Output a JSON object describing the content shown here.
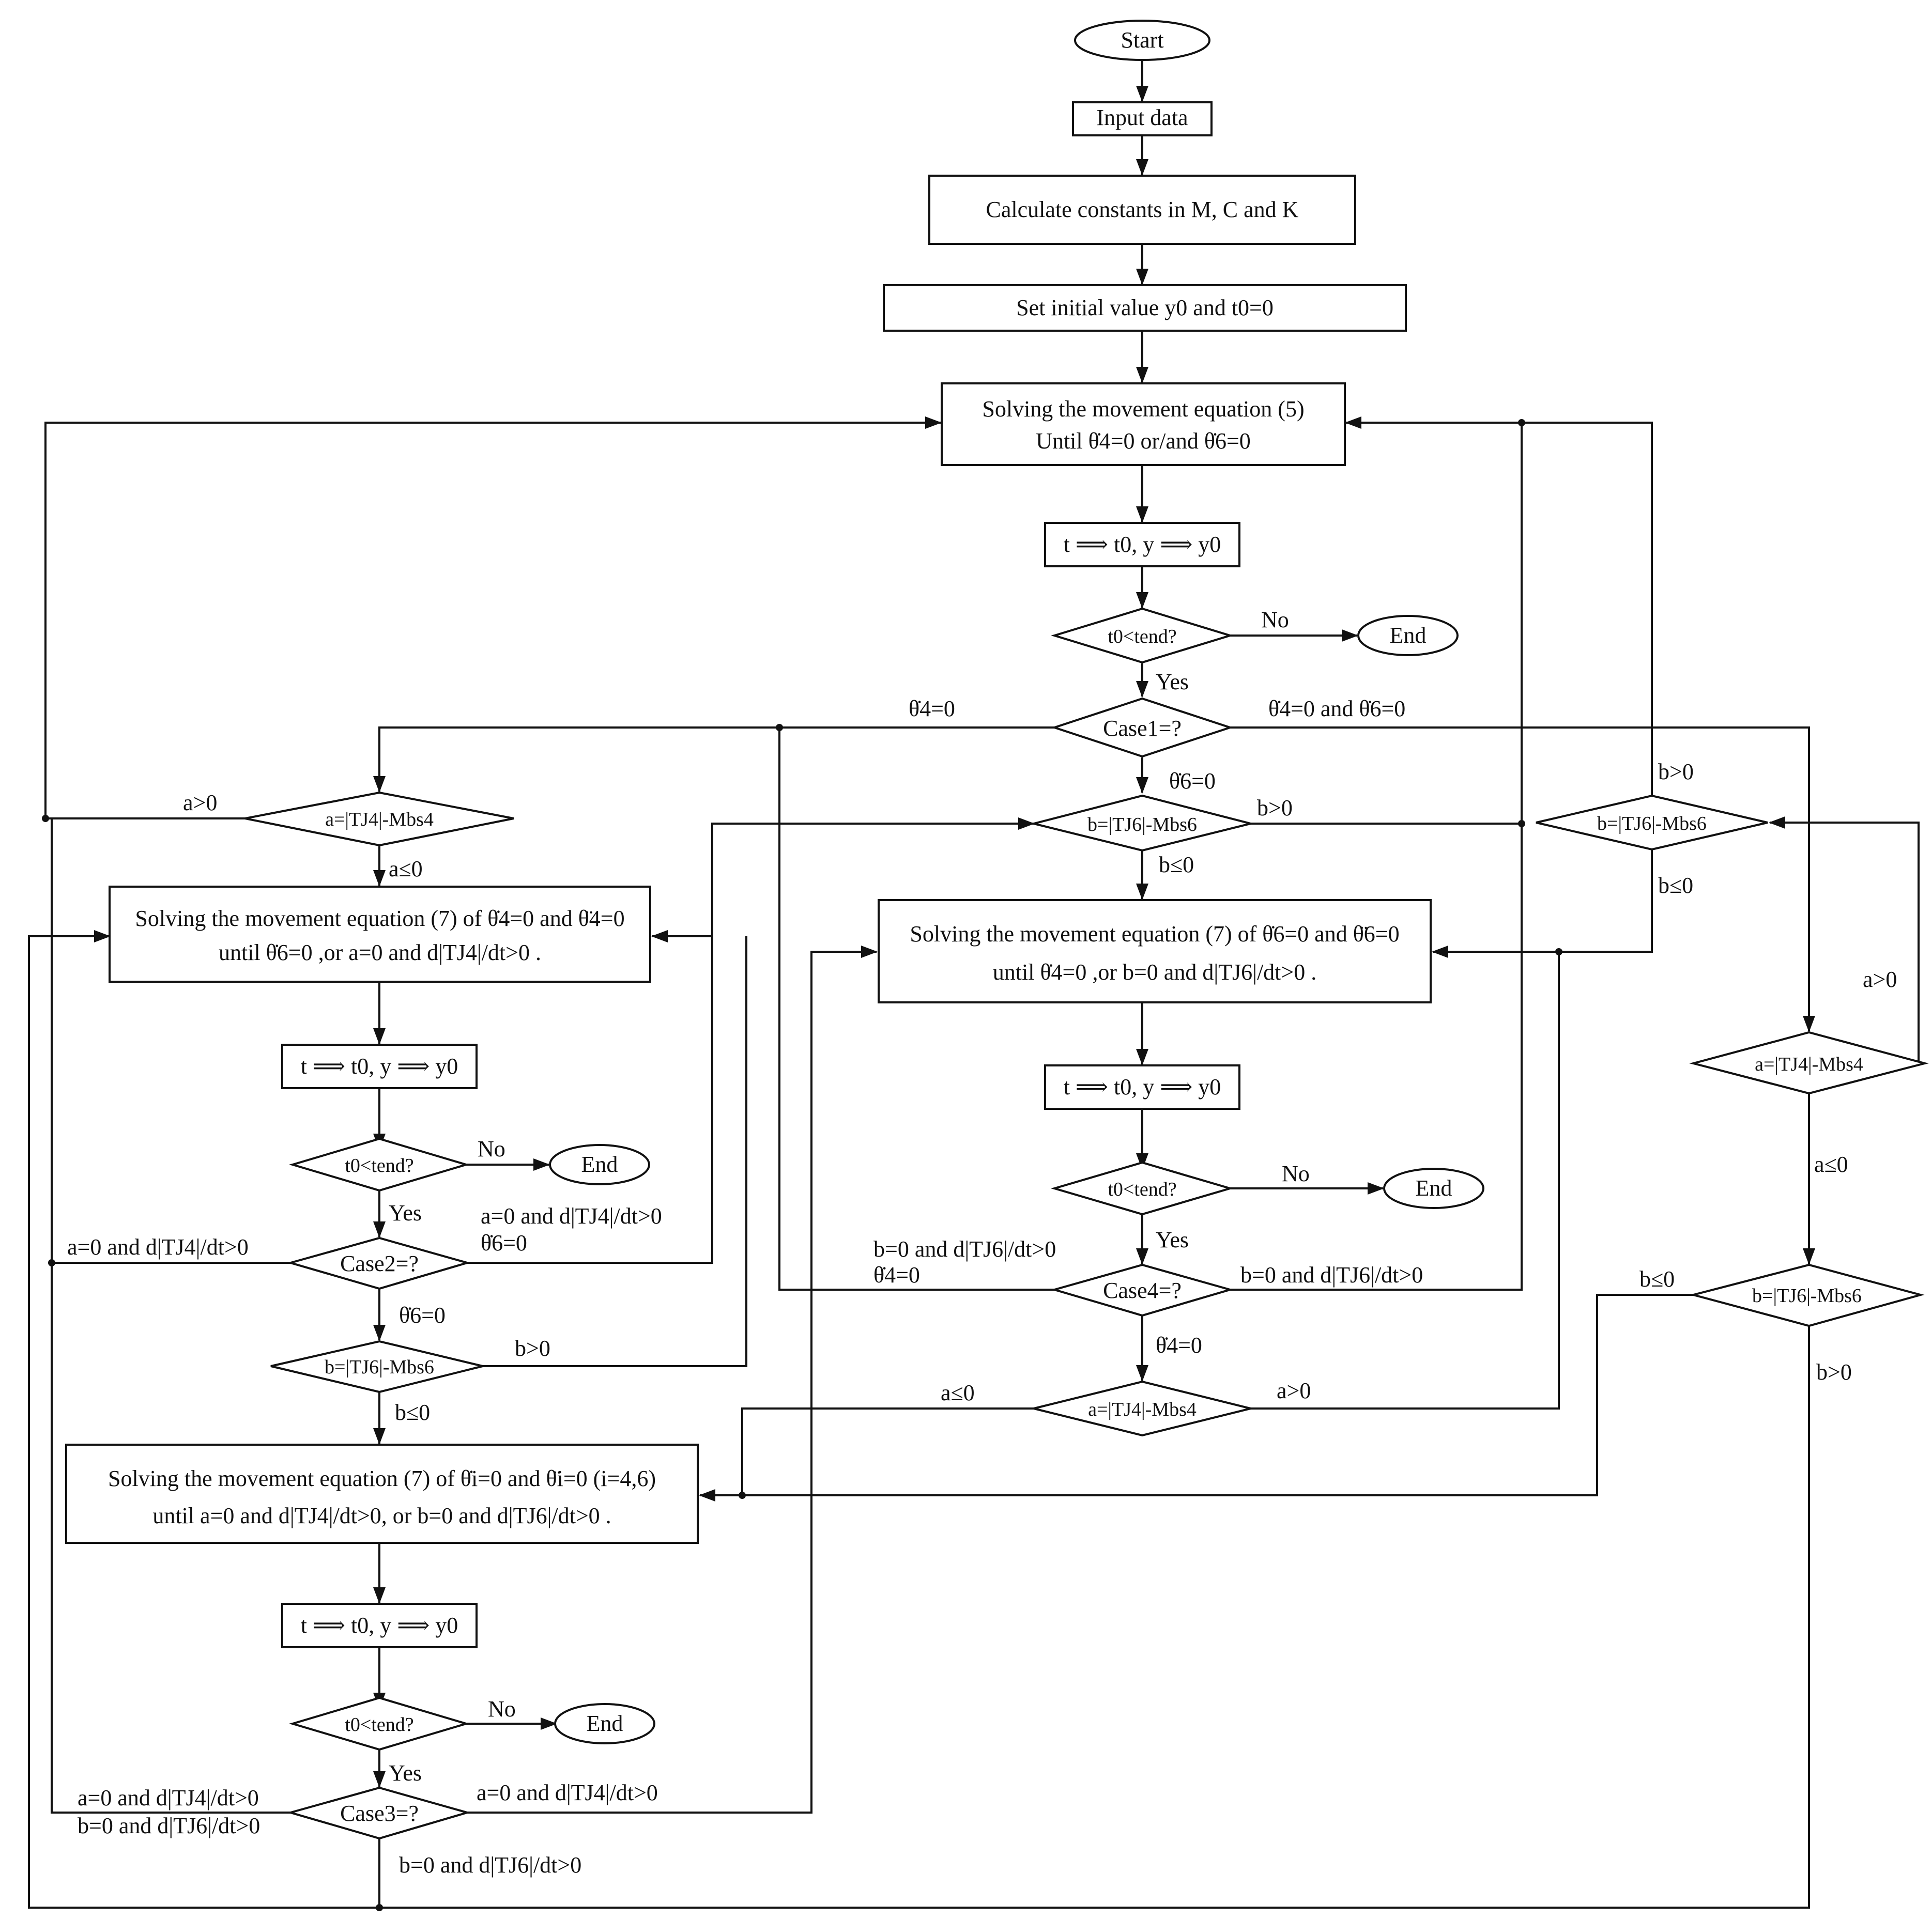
{
  "nodes": {
    "start": "Start",
    "input": "Input data",
    "calc": "Calculate constants in M, C and K",
    "init": "Set initial value y0 and t0=0",
    "solve5": [
      "Solving the movement equation (5)",
      "Until θ̇4=0 or/and θ̇6=0"
    ],
    "upd1": "t ⟹ t0, y ⟹ y0",
    "dec1": "t0<tend?",
    "end1": "End",
    "case1": "Case1=?",
    "dA4L": "a=|TJ4|-Mbs4",
    "dB6M": "b=|TJ6|-Mbs6",
    "dB6R": "b=|TJ6|-Mbs6",
    "solve7L": [
      "Solving the movement equation (7) of θ̇4=0 and θ̈4=0",
      "until θ̇6=0 ,or a=0 and d|TJ4|/dt>0 ."
    ],
    "solve7M": [
      "Solving the movement equation (7) of θ̇6=0 and θ̈6=0",
      "until θ̇4=0 ,or b=0 and d|TJ6|/dt>0 ."
    ],
    "updL": "t ⟹ t0, y ⟹ y0",
    "updM": "t ⟹ t0, y ⟹ y0",
    "decL": "t0<tend?",
    "decM": "t0<tend?",
    "endL": "End",
    "endM": "End",
    "case2": "Case2=?",
    "case4": "Case4=?",
    "dB6L": "b=|TJ6|-Mbs6",
    "dA4M": "a=|TJ4|-Mbs4",
    "dA4R": "a=|TJ4|-Mbs4",
    "dB6R2": "b=|TJ6|-Mbs6",
    "solve7B": [
      "Solving the movement equation (7) of θ̇i=0 and θ̈i=0 (i=4,6)",
      "until a=0 and d|TJ4|/dt>0, or b=0 and d|TJ6|/dt>0 ."
    ],
    "updB": "t ⟹ t0, y ⟹ y0",
    "decB": "t0<tend?",
    "endB": "End",
    "case3": "Case3=?"
  },
  "labels": {
    "no1": "No",
    "yes1": "Yes",
    "c1_left": "θ̇4=0",
    "c1_right": "θ̇4=0 and θ̇6=0",
    "c1_down": "θ̇6=0",
    "a_gt0_L": "a>0",
    "a_le0_L": "a≤0",
    "b_gt0_M": "b>0",
    "b_le0_M": "b≤0",
    "b_gt0_R": "b>0",
    "b_le0_R": "b≤0",
    "noL": "No",
    "yesL": "Yes",
    "c2_left": "a=0 and d|TJ4|/dt>0",
    "c2_right1": "a=0 and d|TJ4|/dt>0",
    "c2_right2": "θ̇6=0",
    "c2_down": "θ̇6=0",
    "b_gt0_L": "b>0",
    "b_le0_L": "b≤0",
    "noM": "No",
    "yesM": "Yes",
    "c4_left1": "b=0 and d|TJ6|/dt>0",
    "c4_left2": "θ̇4=0",
    "c4_right": "b=0 and d|TJ6|/dt>0",
    "c4_down": "θ̇4=0",
    "a_le0_M": "a≤0",
    "a_gt0_M": "a>0",
    "a_gt0_R": "a>0",
    "a_le0_R": "a≤0",
    "b_le0_R2": "b≤0",
    "b_gt0_R2": "b>0",
    "noB": "No",
    "yesB": "Yes",
    "c3_left1": "a=0 and d|TJ4|/dt>0",
    "c3_left2": "b=0 and d|TJ6|/dt>0",
    "c3_right": "a=0 and d|TJ4|/dt>0",
    "c3_down": "b=0 and d|TJ6|/dt>0"
  }
}
